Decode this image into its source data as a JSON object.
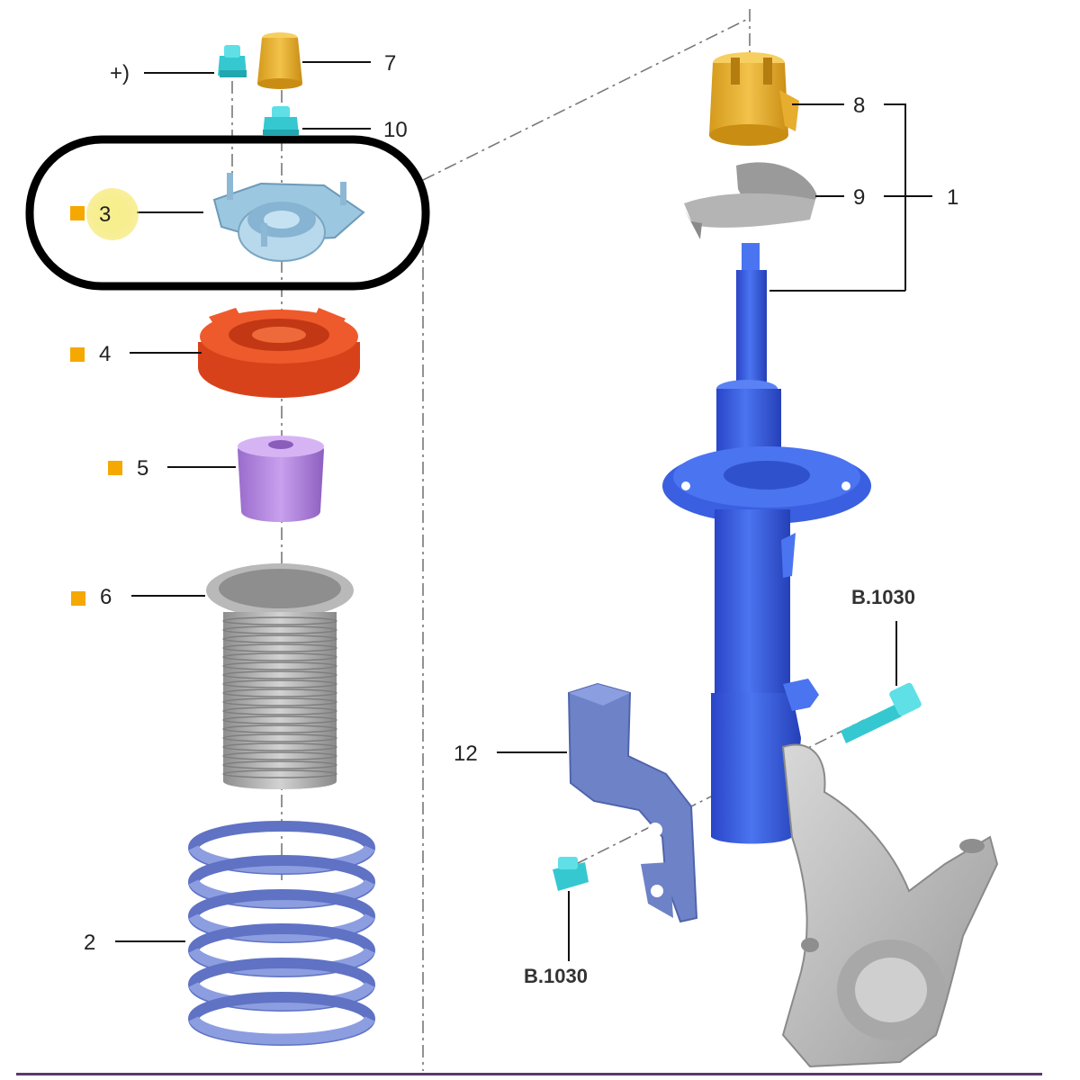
{
  "diagram": {
    "callouts": {
      "plus": "+)",
      "c7": "7",
      "c10": "10",
      "c3": "3",
      "c4": "4",
      "c5": "5",
      "c6": "6",
      "c2": "2",
      "c8": "8",
      "c9": "9",
      "c1": "1",
      "c12": "12",
      "b1030_top": "B.1030",
      "b1030_bottom": "B.1030"
    },
    "highlighted_part": "3",
    "colors": {
      "cyan_nut": "#35c8d0",
      "yellow_cap": "#e8b53a",
      "top_mount": "#9cc7e0",
      "spring_seat": "#e0461e",
      "bump_stop": "#b58be0",
      "dust_boot": "#b4b4b4",
      "coil_spring": "#8c9ee0",
      "strut": "#3a5fe0",
      "bracket": "#6e82c8",
      "knuckle": "#c2c2c2",
      "marker": "#f5a800",
      "highlight_ring": "#000000"
    }
  }
}
